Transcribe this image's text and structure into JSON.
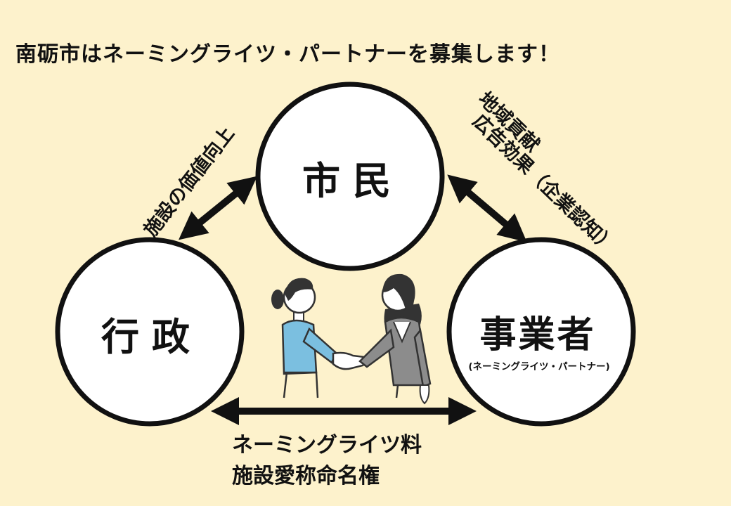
{
  "title": "南砺市はネーミングライツ・パートナーを募集します！",
  "nodes": {
    "citizen": "市民",
    "government": "行政",
    "business": "事業者",
    "business_sub": "(ネーミングライツ・パートナー)"
  },
  "edges": {
    "left": "施設の価値向上",
    "right_line1": "地域貢献",
    "right_line2": "広告効果（企業認知）",
    "bottom_line1": "ネーミングライツ料",
    "bottom_line2": "施設愛称命名権"
  },
  "colors": {
    "background": "#fdf2cc",
    "outline": "#111111",
    "blue_shirt": "#7bbfe0",
    "gray_suit": "#8c8c8c"
  }
}
